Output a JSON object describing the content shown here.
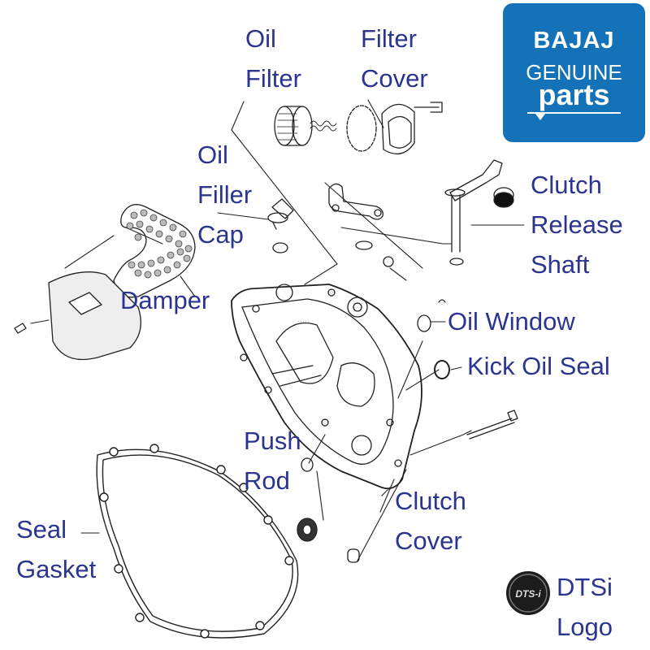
{
  "labels": {
    "oil_filter": [
      "Oil",
      "Filter"
    ],
    "filter_cover": [
      "Filter",
      "Cover"
    ],
    "oil_filler_cap": [
      "Oil",
      "Filler",
      "Cap"
    ],
    "clutch_release_shaft": [
      "Clutch",
      "Release",
      "Shaft"
    ],
    "damper": "Damper",
    "oil_window": "Oil Window",
    "kick_oil_seal": "Kick Oil Seal",
    "push_rod": [
      "Push",
      "Rod"
    ],
    "clutch_cover": [
      "Clutch",
      "Cover"
    ],
    "seal_gasket": [
      "Seal",
      "Gasket"
    ],
    "dtsi_logo": [
      "DTSi",
      "Logo"
    ]
  },
  "badge": {
    "brand": "BAJAJ",
    "line1": "GENUINE",
    "line2": "parts"
  },
  "emblem_text": "DTS-i",
  "colors": {
    "label": "#2b3590",
    "badge_bg": "#1473b8",
    "line": "#222222"
  }
}
